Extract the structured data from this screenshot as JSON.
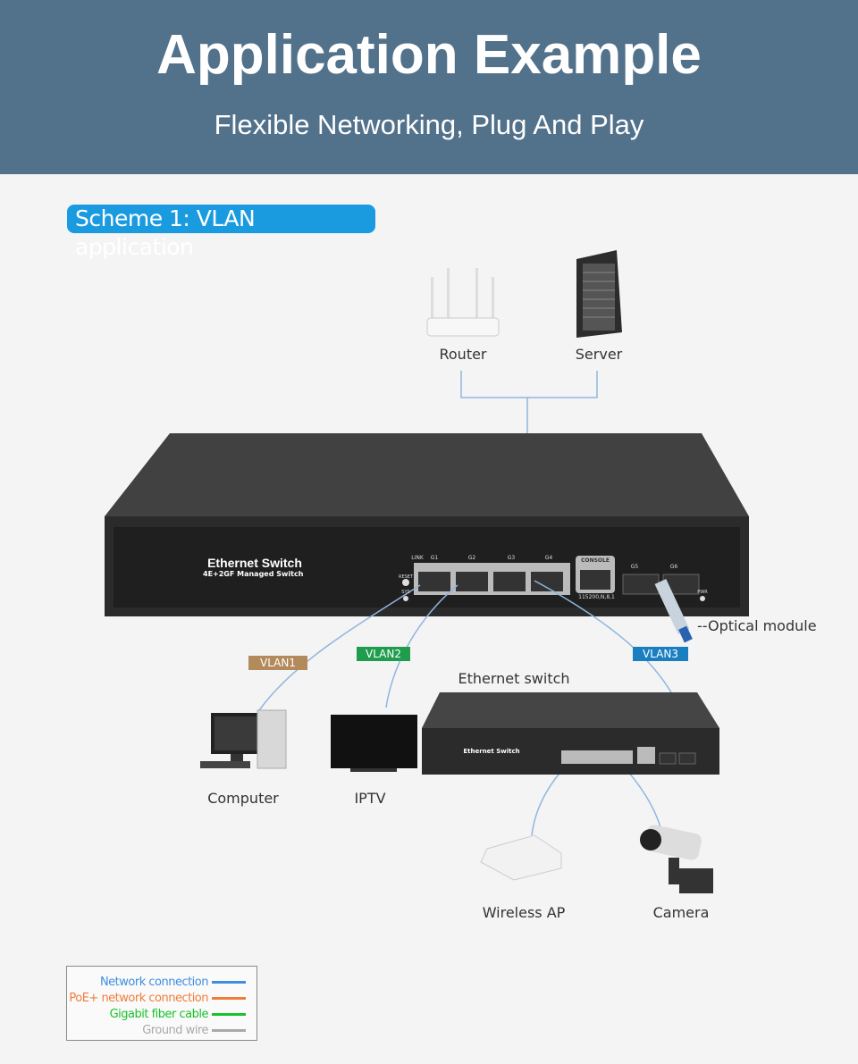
{
  "header": {
    "title": "Application Example",
    "subtitle": "Flexible Networking, Plug And Play"
  },
  "scheme": {
    "label": "Scheme 1: VLAN application"
  },
  "devices": {
    "router": "Router",
    "server": "Server",
    "computer": "Computer",
    "iptv": "IPTV",
    "wireless_ap": "Wireless AP",
    "camera": "Camera",
    "ethernet_switch": "Ethernet switch",
    "optical_module": "--Optical module"
  },
  "main_switch": {
    "name": "Ethernet Switch",
    "model": "4E+2GF Managed Switch",
    "ports": [
      "G1",
      "G2",
      "G3",
      "G4"
    ],
    "fiber_ports": [
      "G5",
      "G6"
    ],
    "console": "CONSOLE",
    "console_settings": "115200,N,8,1",
    "link": "LINK",
    "reset": "RESET",
    "sys": "SYS",
    "pwr": "PWR"
  },
  "vlans": [
    {
      "label": "VLAN1",
      "color": "#b38a5c"
    },
    {
      "label": "VLAN2",
      "color": "#1f9d4d"
    },
    {
      "label": "VLAN3",
      "color": "#1a7fc0"
    }
  ],
  "legend": [
    {
      "label": "Network connection",
      "color": "#3d8ee0"
    },
    {
      "label": "PoE+ network connection",
      "color": "#f07c3a"
    },
    {
      "label": "Gigabit fiber cable",
      "color": "#17c22a"
    },
    {
      "label": "Ground wire",
      "color": "#a9a9a9"
    }
  ]
}
